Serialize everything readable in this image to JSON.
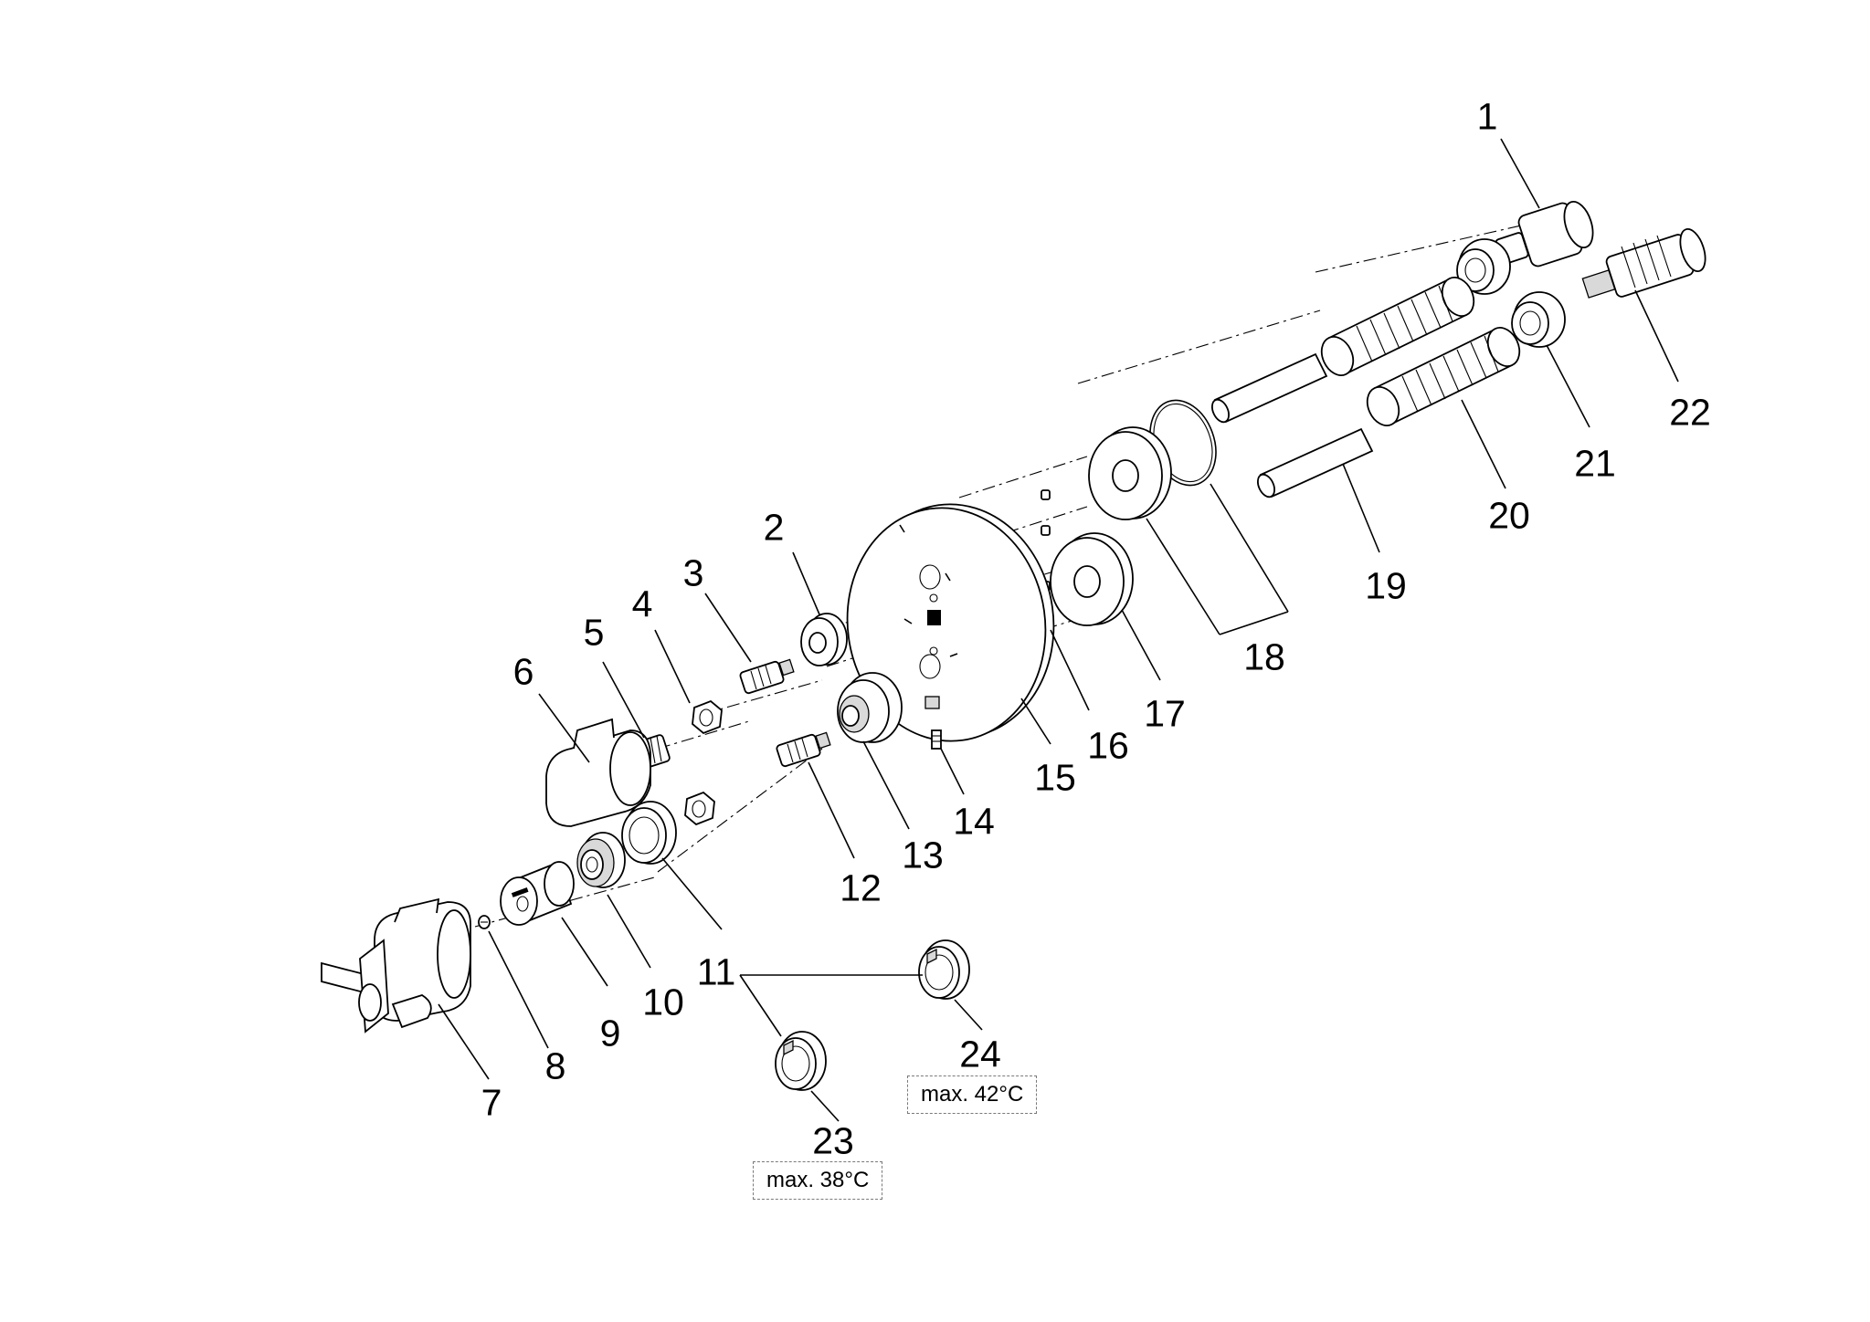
{
  "callouts": {
    "c1": "1",
    "c2": "2",
    "c3": "3",
    "c4": "4",
    "c5": "5",
    "c6": "6",
    "c7": "7",
    "c8": "8",
    "c9": "9",
    "c10": "10",
    "c11": "11",
    "c12": "12",
    "c13": "13",
    "c14": "14",
    "c15": "15",
    "c16": "16",
    "c17": "17",
    "c18": "18",
    "c19": "19",
    "c20": "20",
    "c21": "21",
    "c22": "22",
    "c23": "23",
    "c24": "24"
  },
  "notes": {
    "n23": "max. 38°C",
    "n24": "max. 42°C"
  }
}
